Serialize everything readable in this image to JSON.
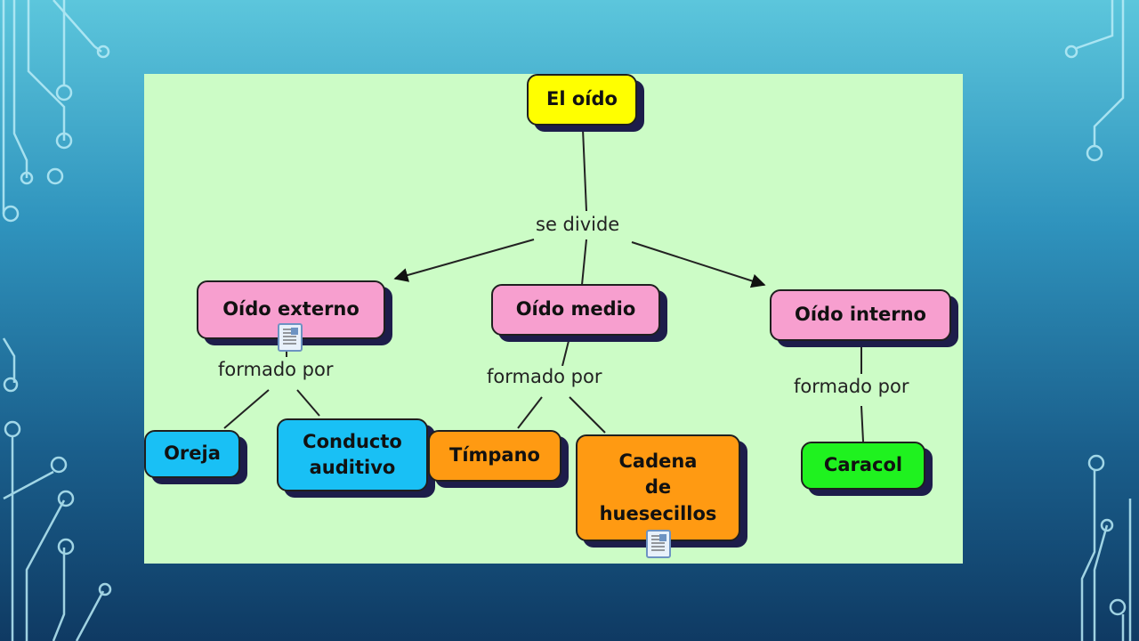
{
  "concept_map": {
    "root": "El oído",
    "root_link": "se divide",
    "branches": [
      {
        "label": "Oído externo",
        "link": "formado por",
        "children": [
          "Oreja",
          "Conducto\nauditivo"
        ]
      },
      {
        "label": "Oído medio",
        "link": "formado por",
        "children": [
          "Tímpano",
          "Cadena\nde\nhuesecillos"
        ]
      },
      {
        "label": "Oído interno",
        "link": "formado por",
        "children": [
          "Caracol"
        ]
      }
    ]
  },
  "colors": {
    "background_map": "#ccfcc6",
    "root": "#ffff00",
    "branch": "#f79fcf",
    "outer_children": "#19c0f5",
    "middle_children": "#ff9a12",
    "inner_children": "#1ff21f"
  },
  "icons": [
    "document-icon"
  ]
}
